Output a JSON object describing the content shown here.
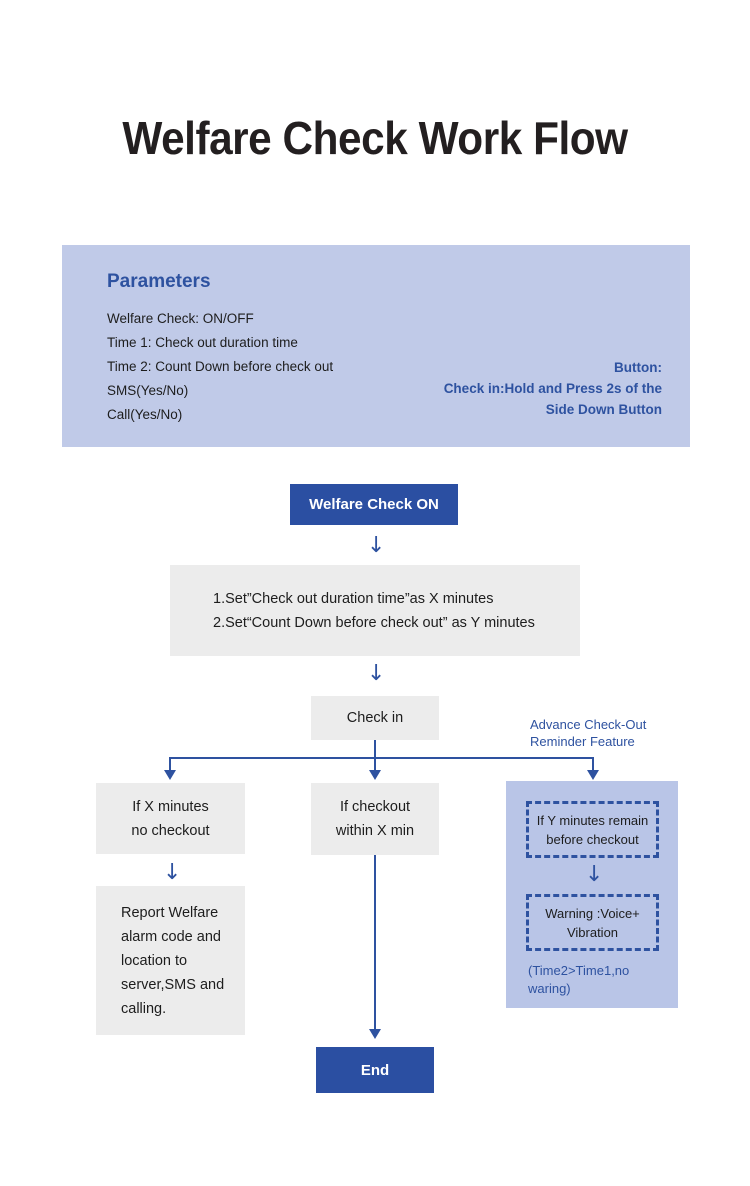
{
  "title": "Welfare Check Work Flow",
  "colors": {
    "panel_light_blue": "#c0cae8",
    "panel_branch_blue": "#b9c5e7",
    "accent_blue": "#2e52a0",
    "button_blue": "#2b4fa2",
    "box_gray": "#ececec",
    "text_dark": "#1d1d1d"
  },
  "parameters": {
    "heading": "Parameters",
    "items": [
      "Welfare Check:  ON/OFF",
      "Time 1:  Check out duration time",
      "Time 2:  Count Down before check out",
      "SMS(Yes/No)",
      "Call(Yes/No)"
    ],
    "button_note": {
      "line1": "Button:",
      "line2": "Check in:Hold and Press 2s of the",
      "line3": "Side Down Button"
    }
  },
  "flow": {
    "start_button": "Welfare Check ON",
    "setup_steps": {
      "line1": "1.Set”Check out duration time”as X minutes",
      "line2": "2.Set“Count Down before check out” as Y minutes"
    },
    "check_in": "Check in",
    "feature_label": {
      "line1": "Advance Check-Out",
      "line2": "Reminder Feature"
    },
    "branch_left": {
      "condition_line1": "If X minutes",
      "condition_line2": "no checkout",
      "action_line1": "Report Welfare",
      "action_line2": "alarm code and",
      "action_line3": "location to",
      "action_line4": "server,SMS and",
      "action_line5": "calling."
    },
    "branch_middle": {
      "condition_line1": "If checkout",
      "condition_line2": "within X min"
    },
    "branch_right": {
      "condition_line1": "If Y minutes remain",
      "condition_line2": "before checkout",
      "warning_line1": "Warning :Voice+",
      "warning_line2": "Vibration",
      "note_line1": "(Time2>Time1,no",
      "note_line2": "waring)"
    },
    "end_button": "End"
  }
}
